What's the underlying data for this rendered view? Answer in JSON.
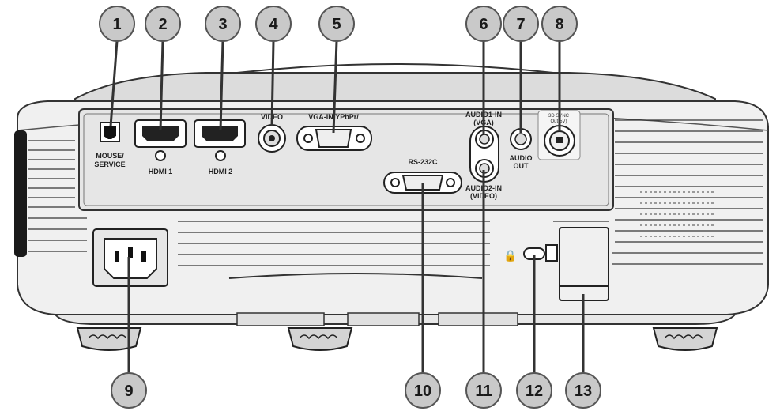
{
  "port_labels": {
    "mouse_service_1": "MOUSE/",
    "mouse_service_2": "SERVICE",
    "hdmi1": "HDMI 1",
    "hdmi2": "HDMI 2",
    "video": "VIDEO",
    "vga_in": "VGA-IN/YPbPr/",
    "audio1_in_1": "AUDIO1-IN",
    "audio1_in_2": "(VGA)",
    "audio_out_1": "AUDIO",
    "audio_out_2": "OUT",
    "sync_3d_1": "3D SYNC",
    "sync_3d_2": "Out(5V)",
    "rs232c": "RS-232C",
    "audio2_in_1": "AUDIO2-IN",
    "audio2_in_2": "(VIDEO)"
  },
  "callouts": [
    "1",
    "2",
    "3",
    "4",
    "5",
    "6",
    "7",
    "8",
    "9",
    "10",
    "11",
    "12",
    "13"
  ],
  "colors": {
    "body": "#efefef",
    "panel": "#e4e4e4",
    "outline": "#333333",
    "badge": "#c9c9c9",
    "badge_edge": "#555555"
  }
}
